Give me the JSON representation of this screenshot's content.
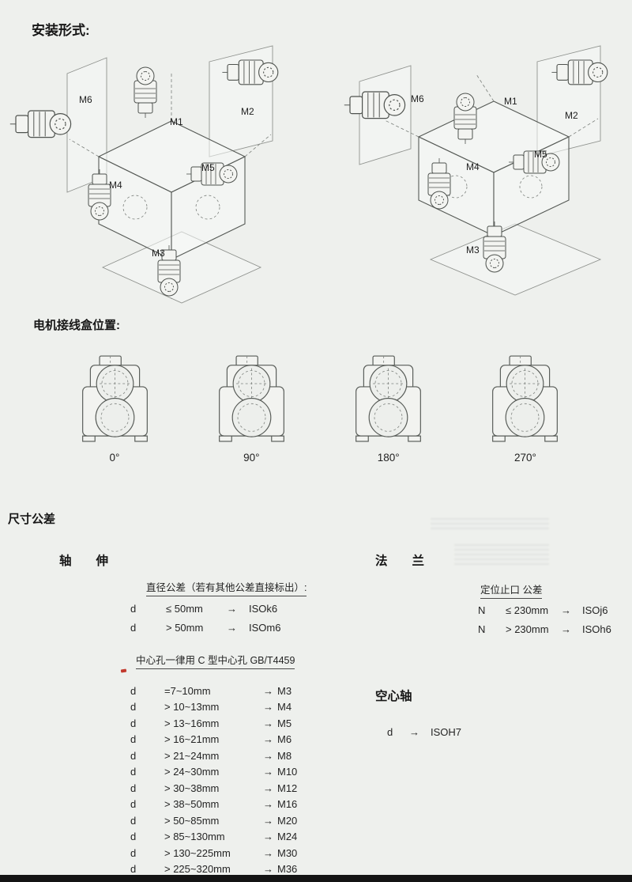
{
  "mounting": {
    "title": "安装形式:",
    "left_labels": [
      "M6",
      "M1",
      "M2",
      "M4",
      "M5",
      "M3"
    ],
    "right_labels": [
      "M6",
      "M1",
      "M2",
      "M4",
      "M5",
      "M3"
    ]
  },
  "terminal_box": {
    "title": "电机接线盒位置:",
    "positions": [
      {
        "label": "0°"
      },
      {
        "label": "90°"
      },
      {
        "label": "180°"
      },
      {
        "label": "270°"
      }
    ]
  },
  "tolerances": {
    "title": "尺寸公差",
    "arrow": "→",
    "shaft": {
      "heading": "轴　　伸",
      "subtitle": "直径公差（若有其他公差直接标出）:",
      "rows": [
        {
          "sym": "d",
          "cond": "≤ 50mm",
          "val": "ISOk6"
        },
        {
          "sym": "d",
          "cond": "> 50mm",
          "val": "ISOm6"
        }
      ]
    },
    "center_hole": {
      "subtitle": "中心孔一律用 C 型中心孔 GB/T4459",
      "rows": [
        {
          "sym": "d",
          "cond": "=7~10mm",
          "val": "M3"
        },
        {
          "sym": "d",
          "cond": "> 10~13mm",
          "val": "M4"
        },
        {
          "sym": "d",
          "cond": "> 13~16mm",
          "val": "M5"
        },
        {
          "sym": "d",
          "cond": "> 16~21mm",
          "val": "M6"
        },
        {
          "sym": "d",
          "cond": "> 21~24mm",
          "val": "M8"
        },
        {
          "sym": "d",
          "cond": "> 24~30mm",
          "val": "M10"
        },
        {
          "sym": "d",
          "cond": "> 30~38mm",
          "val": "M12"
        },
        {
          "sym": "d",
          "cond": "> 38~50mm",
          "val": "M16"
        },
        {
          "sym": "d",
          "cond": "> 50~85mm",
          "val": "M20"
        },
        {
          "sym": "d",
          "cond": "> 85~130mm",
          "val": "M24"
        },
        {
          "sym": "d",
          "cond": "> 130~225mm",
          "val": "M30"
        },
        {
          "sym": "d",
          "cond": "> 225~320mm",
          "val": "M36"
        }
      ]
    },
    "flange": {
      "heading": "法　　兰",
      "subtitle": "定位止口 公差",
      "rows": [
        {
          "sym": "N",
          "cond": "≤ 230mm",
          "val": "ISOj6"
        },
        {
          "sym": "N",
          "cond": "> 230mm",
          "val": "ISOh6"
        }
      ]
    },
    "hollow_shaft": {
      "heading": "空心轴",
      "rows": [
        {
          "sym": "d",
          "val": "ISOH7"
        }
      ]
    }
  }
}
